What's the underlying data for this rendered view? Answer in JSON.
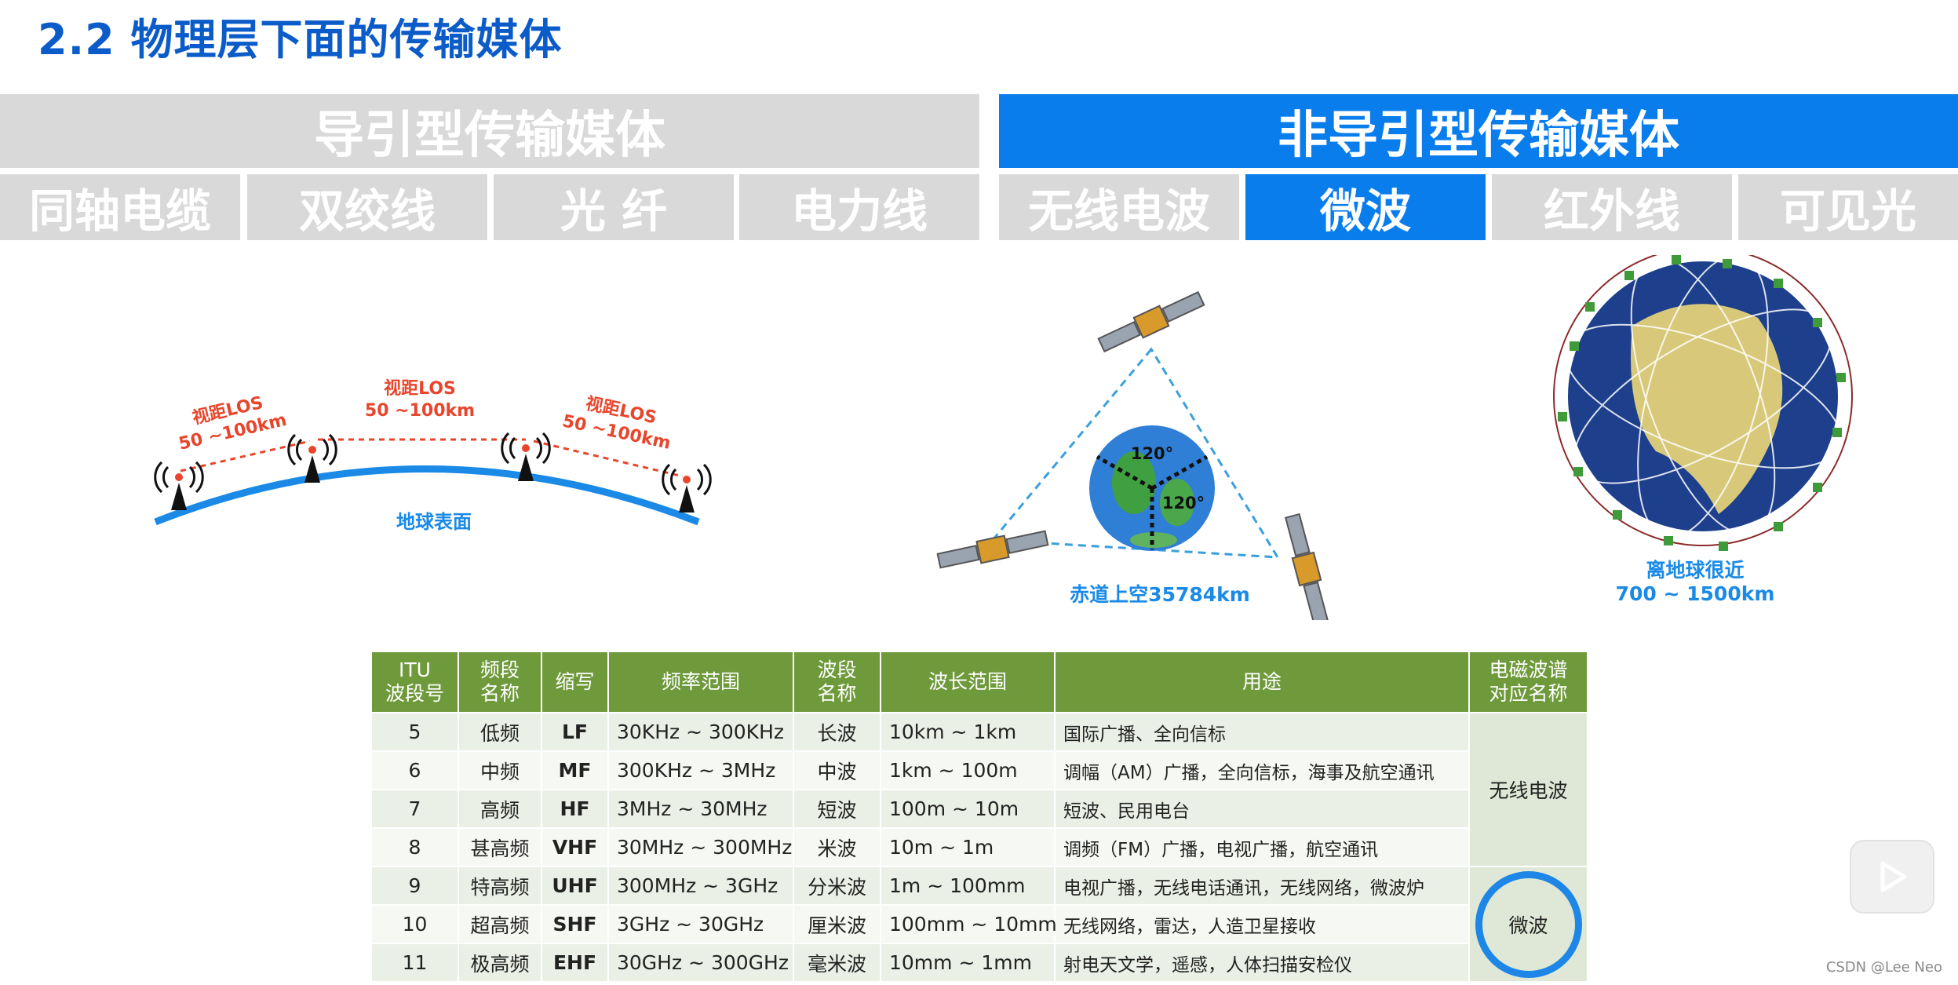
{
  "title": "2.2 物理层下面的传输媒体",
  "headers": {
    "guided": "导引型传输媒体",
    "unguided": "非导引型传输媒体"
  },
  "guided_items": [
    "同轴电缆",
    "双绞线",
    "光 纤",
    "电力线"
  ],
  "unguided_items": [
    "无线电波",
    "微波",
    "红外线",
    "可见光"
  ],
  "active_item": "微波",
  "ground": {
    "los_left": "视距LOS",
    "los_left_range": "50 ~100km",
    "los_mid": "视距LOS",
    "los_mid_range": "50 ~100km",
    "los_right": "视距LOS",
    "los_right_range": "50 ~100km",
    "surface": "地球表面"
  },
  "geo": {
    "angle1": "120°",
    "angle2": "120°",
    "caption": "赤道上空35784km"
  },
  "leo": {
    "caption1": "离地球很近",
    "caption2": "700 ~ 1500km"
  },
  "table": {
    "headers": [
      "ITU\n波段号",
      "频段\n名称",
      "缩写",
      "频率范围",
      "波段\n名称",
      "波长范围",
      "用途",
      "电磁波谱\n对应名称"
    ],
    "rows": [
      [
        "5",
        "低频",
        "LF",
        "30KHz ~ 300KHz",
        "长波",
        "10km ~ 1km",
        "国际广播、全向信标"
      ],
      [
        "6",
        "中频",
        "MF",
        "300KHz ~ 3MHz",
        "中波",
        "1km ~ 100m",
        "调幅（AM）广播，全向信标，海事及航空通讯"
      ],
      [
        "7",
        "高频",
        "HF",
        "3MHz ~ 30MHz",
        "短波",
        "100m ~ 10m",
        "短波、民用电台"
      ],
      [
        "8",
        "甚高频",
        "VHF",
        "30MHz ~ 300MHz",
        "米波",
        "10m ~ 1m",
        "调频（FM）广播，电视广播，航空通讯"
      ],
      [
        "9",
        "特高频",
        "UHF",
        "300MHz ~ 3GHz",
        "分米波",
        "1m ~ 100mm",
        "电视广播，无线电话通讯，无线网络，微波炉"
      ],
      [
        "10",
        "超高频",
        "SHF",
        "3GHz ~ 30GHz",
        "厘米波",
        "100mm ~ 10mm",
        "无线网络，雷达，人造卫星接收"
      ],
      [
        "11",
        "极高频",
        "EHF",
        "30GHz ~ 300GHz",
        "毫米波",
        "10mm ~ 1mm",
        "射电天文学，遥感，人体扫描安检仪"
      ]
    ],
    "spectrum_radio": "无线电波",
    "spectrum_micro": "微波"
  },
  "watermark": "CSDN @Lee Neo",
  "colors": {
    "title_blue": "#0b5cc9",
    "active_blue": "#0a7ded",
    "inactive_gray": "#d9d9d9",
    "table_header_green": "#6f9a3c",
    "los_red": "#e8452c",
    "earth_line_blue": "#1a8ae6"
  }
}
